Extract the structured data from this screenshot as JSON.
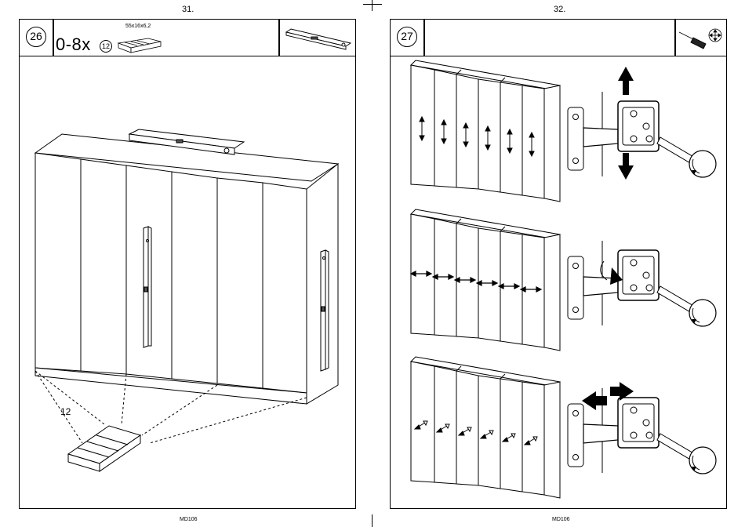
{
  "pages": [
    {
      "page_number": "31.",
      "footer": "MD106",
      "step": {
        "number": "26",
        "quantity": "0-8x",
        "part_ref": "12",
        "part_dims": "55x16x6,2",
        "tool_icon": "spirit-level-icon",
        "callout_label": "12"
      }
    },
    {
      "page_number": "32.",
      "footer": "MD106",
      "step": {
        "number": "27",
        "tool_icons": [
          "screwdriver-icon",
          "adjustment-arrows-icon"
        ],
        "rows": [
          {
            "adjustment": "vertical",
            "icon": "vertical-arrow-icon"
          },
          {
            "adjustment": "horizontal",
            "icon": "horizontal-arrow-icon"
          },
          {
            "adjustment": "depth",
            "icon": "depth-arrow-icon"
          }
        ]
      }
    }
  ]
}
